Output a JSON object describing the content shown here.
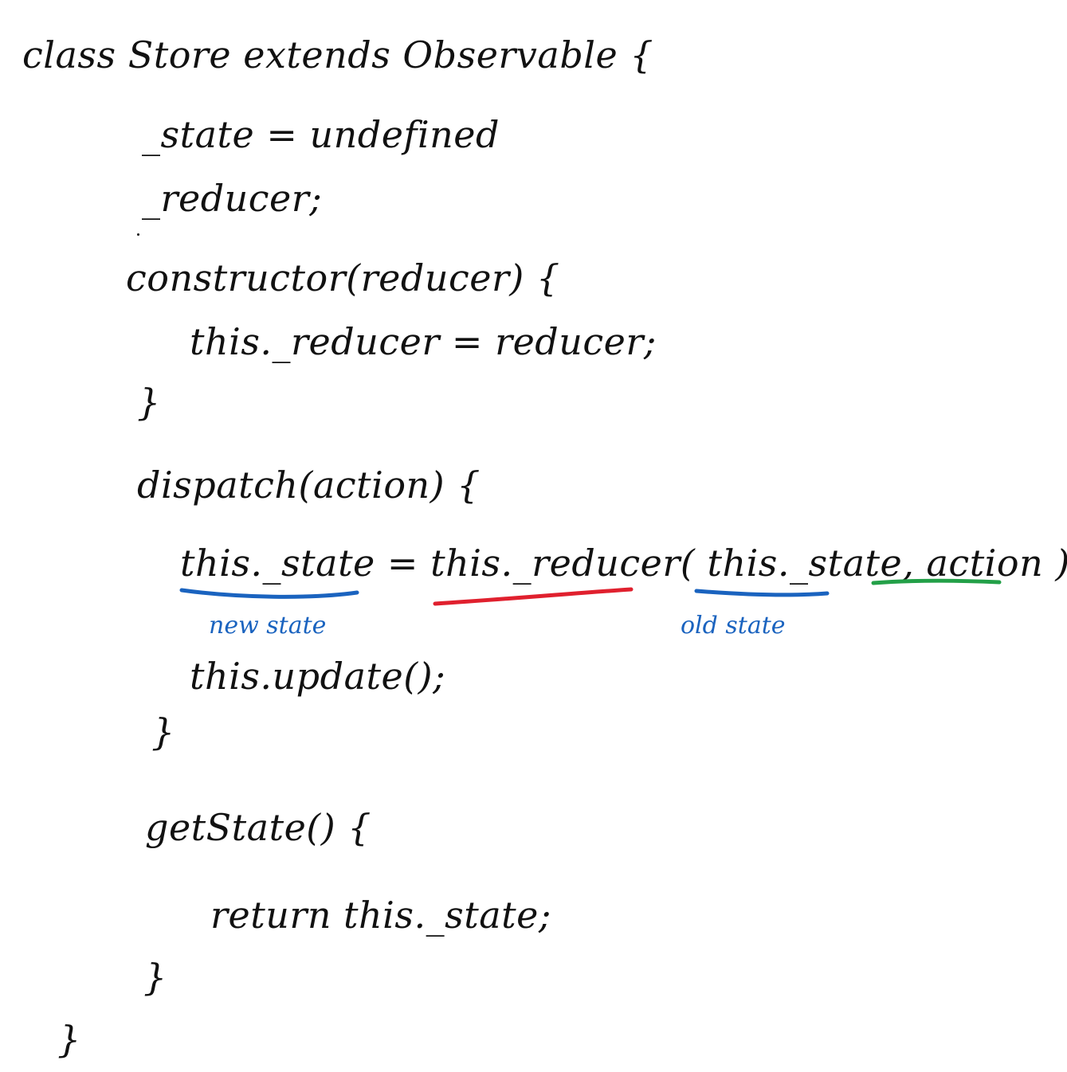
{
  "colors": {
    "ink": "#111111",
    "blue": "#1a63bf",
    "red": "#e0202e",
    "green": "#23a048"
  },
  "code": {
    "line_class": "class Store extends Observable {",
    "line_state": "_state = undefined",
    "line_reducer": "_reducer;",
    "line_constructor": "constructor(reducer) {",
    "line_assign_reducer": "this._reducer = reducer;",
    "close_constructor": "}",
    "line_dispatch": "dispatch(action) {",
    "dispatch_target": "this._state",
    "dispatch_equals": " = ",
    "dispatch_call": "this._reducer",
    "dispatch_paren": "( ",
    "dispatch_arg_state": "this._state",
    "dispatch_comma": ", ",
    "dispatch_arg_action": "action",
    "dispatch_end": " );",
    "line_update": "this.update();",
    "close_dispatch": "}",
    "line_getstate": "getState() {",
    "line_return": "return this._state;",
    "close_getstate": "}",
    "close_class": "}"
  },
  "annotations": {
    "new_state": "new state",
    "old_state": "old state"
  }
}
